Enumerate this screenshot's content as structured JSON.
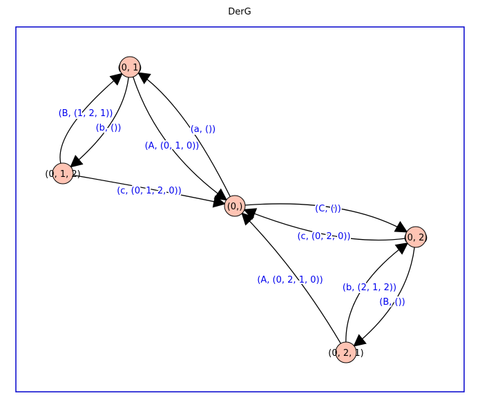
{
  "title": "DerG",
  "colors": {
    "frame": "#0000cc",
    "node_fill": "#ffc4b4",
    "node_stroke": "#000000",
    "edge": "#000000",
    "edge_label": "#0000ee"
  },
  "nodes": [
    {
      "id": "n01",
      "label": "(0, 1)"
    },
    {
      "id": "n012",
      "label": "(0, 1, 2)"
    },
    {
      "id": "n0",
      "label": "(0,)"
    },
    {
      "id": "n02",
      "label": "(0, 2)"
    },
    {
      "id": "n021",
      "label": "(0, 2, 1)"
    }
  ],
  "edges": [
    {
      "from": "n012",
      "to": "n01",
      "label": "(B, (1, 2, 1))"
    },
    {
      "from": "n01",
      "to": "n012",
      "label": "(b, ())"
    },
    {
      "from": "n0",
      "to": "n01",
      "label": "(a, ())"
    },
    {
      "from": "n01",
      "to": "n0",
      "label": "(A, (0, 1, 0))"
    },
    {
      "from": "n012",
      "to": "n0",
      "label": "(c, (0, 1, 2, 0))"
    },
    {
      "from": "n0",
      "to": "n02",
      "label": "(C, ())"
    },
    {
      "from": "n02",
      "to": "n0",
      "label": "(c, (0, 2, 0))"
    },
    {
      "from": "n021",
      "to": "n0",
      "label": "(A, (0, 2, 1, 0))"
    },
    {
      "from": "n021",
      "to": "n02",
      "label": "(b, (2, 1, 2))"
    },
    {
      "from": "n02",
      "to": "n021",
      "label": "(B, ())"
    }
  ]
}
